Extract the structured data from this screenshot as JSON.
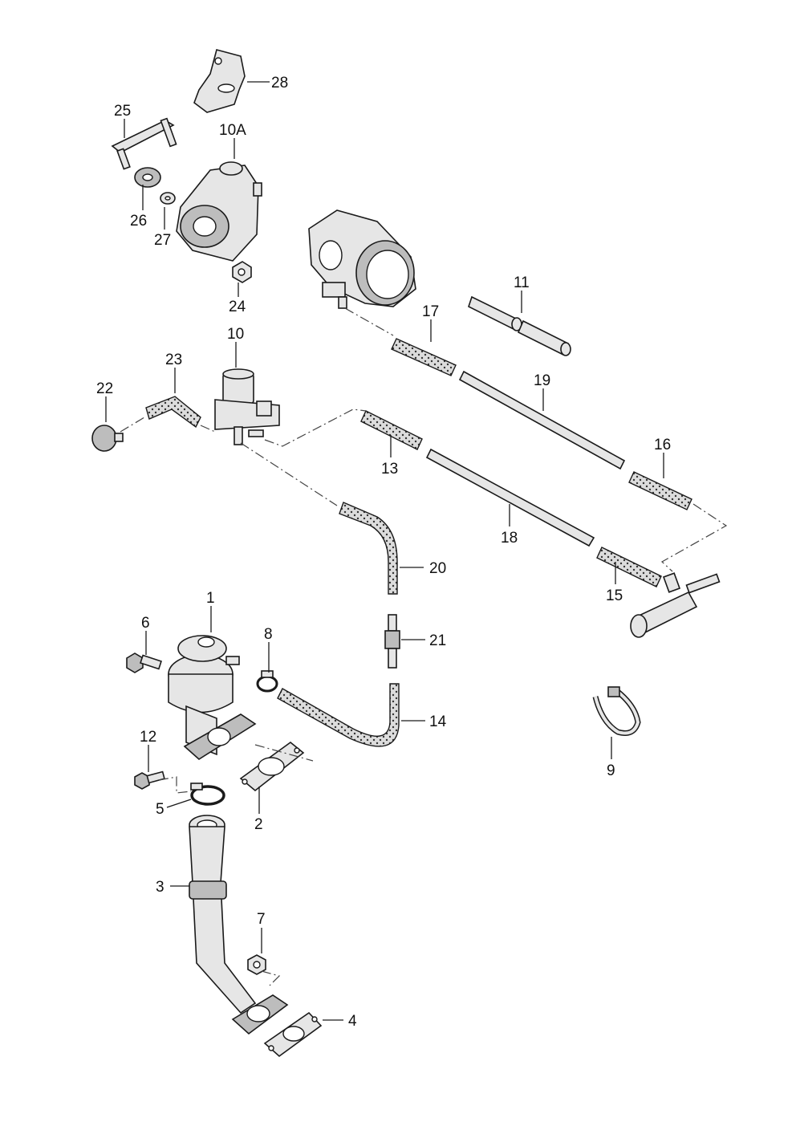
{
  "callouts": [
    {
      "id": "c28",
      "text": "28"
    },
    {
      "id": "c25",
      "text": "25"
    },
    {
      "id": "c10a",
      "text": "10A"
    },
    {
      "id": "c26",
      "text": "26"
    },
    {
      "id": "c27",
      "text": "27"
    },
    {
      "id": "c24",
      "text": "24"
    },
    {
      "id": "c11",
      "text": "11"
    },
    {
      "id": "c17",
      "text": "17"
    },
    {
      "id": "c10",
      "text": "10"
    },
    {
      "id": "c23",
      "text": "23"
    },
    {
      "id": "c22",
      "text": "22"
    },
    {
      "id": "c19",
      "text": "19"
    },
    {
      "id": "c16",
      "text": "16"
    },
    {
      "id": "c13",
      "text": "13"
    },
    {
      "id": "c18",
      "text": "18"
    },
    {
      "id": "c15",
      "text": "15"
    },
    {
      "id": "c20",
      "text": "20"
    },
    {
      "id": "c1",
      "text": "1"
    },
    {
      "id": "c6",
      "text": "6"
    },
    {
      "id": "c8",
      "text": "8"
    },
    {
      "id": "c21",
      "text": "21"
    },
    {
      "id": "c14",
      "text": "14"
    },
    {
      "id": "c12",
      "text": "12"
    },
    {
      "id": "c9",
      "text": "9"
    },
    {
      "id": "c5",
      "text": "5"
    },
    {
      "id": "c2",
      "text": "2"
    },
    {
      "id": "c3",
      "text": "3"
    },
    {
      "id": "c7",
      "text": "7"
    },
    {
      "id": "c4",
      "text": "4"
    }
  ]
}
